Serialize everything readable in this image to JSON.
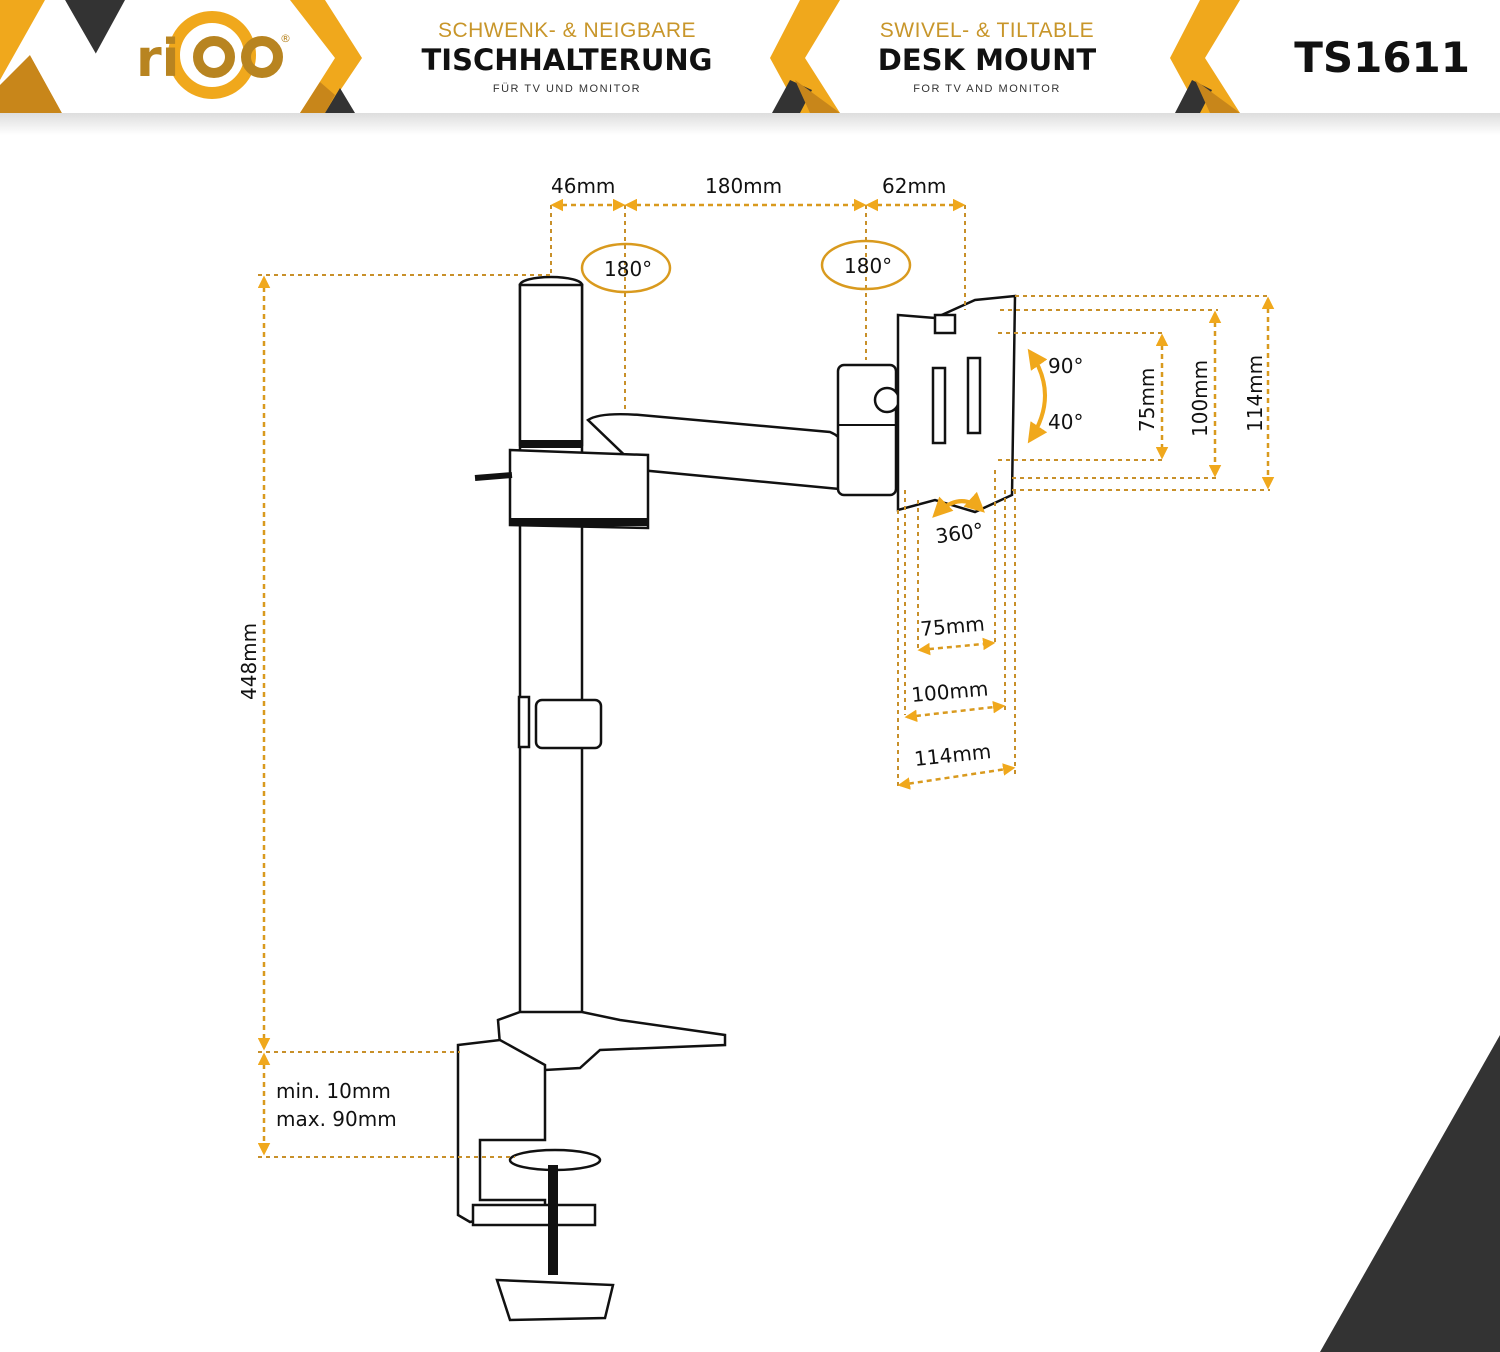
{
  "header": {
    "brand": "ricoo",
    "de": {
      "subtitle": "SCHWENK- & NEIGBARE",
      "title": "TISCHHALTERUNG",
      "small": "FÜR TV UND MONITOR"
    },
    "en": {
      "subtitle": "SWIVEL- & TILTABLE",
      "title": "DESK MOUNT",
      "small": "FOR TV AND MONITOR"
    },
    "model": "TS1611"
  },
  "dimensions": {
    "top": [
      "46mm",
      "180mm",
      "62mm"
    ],
    "rotation_arm_1": "180°",
    "rotation_arm_2": "180°",
    "height": "448mm",
    "clamp_min": "min. 10mm",
    "clamp_max": "max. 90mm",
    "tilt_up": "90°",
    "tilt_down": "40°",
    "rotate": "360°",
    "vesa_vertical": [
      "75mm",
      "100mm",
      "114mm"
    ],
    "vesa_horizontal": [
      "75mm",
      "100mm",
      "114mm"
    ]
  },
  "colors": {
    "accent": "#f0a81c",
    "dark_accent": "#c8861a",
    "dark": "#333333"
  }
}
